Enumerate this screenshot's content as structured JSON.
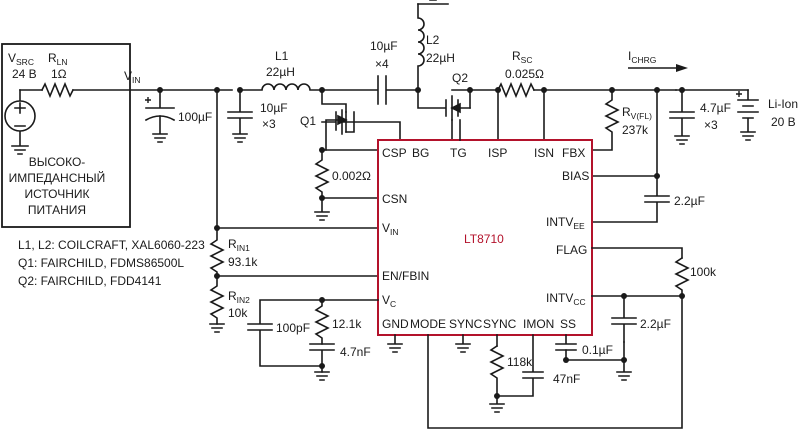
{
  "colors": {
    "ic_outline": "#b3122b",
    "ic_label": "#b3122b",
    "wire": "#1a1a1a"
  },
  "source": {
    "vsrc_main": "V",
    "vsrc_sub": "SRC",
    "vsrc_value": "24 В",
    "rln_main": "R",
    "rln_sub": "LN",
    "rln_value": "1Ω",
    "desc_line1": "ВЫСОКО-",
    "desc_line2": "ИМПЕДАНСНЫЙ",
    "desc_line3": "ИСТОЧНИК",
    "desc_line4": "ПИТАНИЯ"
  },
  "vin": {
    "main": "V",
    "sub": "IN",
    "cap": "100µF"
  },
  "input_caps": {
    "value": "10µF",
    "count": "×3"
  },
  "l1": {
    "name": "L1",
    "value": "22µH"
  },
  "coupling_cap": {
    "value": "10µF",
    "count": "×4"
  },
  "l2": {
    "name": "L2",
    "value": "22µH"
  },
  "q1": "Q1",
  "q2": "Q2",
  "rsc": {
    "main": "R",
    "sub": "SC",
    "value": "0.025Ω"
  },
  "ichrg": {
    "main": "I",
    "sub": "CHRG"
  },
  "rv": {
    "main": "R",
    "sub": "V(FL)",
    "value": "237k"
  },
  "out_caps": {
    "value": "4.7µF",
    "count": "×3"
  },
  "battery": {
    "line1": "Li-Ion",
    "line2": "20 В"
  },
  "sense_res": "0.002Ω",
  "notes": [
    "L1, L2: COILCRAFT, XAL6060-223",
    "Q1: FAIRCHILD, FDMS86500L",
    "Q2: FAIRCHILD, FDD4141"
  ],
  "rin1": {
    "main": "R",
    "sub": "IN1",
    "value": "93.1k"
  },
  "rin2": {
    "main": "R",
    "sub": "IN2",
    "value": "10k"
  },
  "comp": {
    "cap1": "100pF",
    "res": "12.1k",
    "cap2": "4.7nF"
  },
  "ic": {
    "name": "LT8710",
    "pins_top": [
      "CSP",
      "BG",
      "TG",
      "ISP",
      "ISN",
      "FBX"
    ],
    "pins_left": [
      "CSN",
      "EN/FBIN"
    ],
    "vin_main": "V",
    "vin_sub": "IN",
    "vc_main": "V",
    "vc_sub": "C",
    "pins_bottom": [
      "GND",
      "MODE",
      "SYNC",
      "SYNC",
      "IMON",
      "SS"
    ],
    "bias": "BIAS",
    "intvee_main": "INTV",
    "intvee_sub": "EE",
    "flag": "FLAG",
    "intvcc_main": "INTV",
    "intvcc_sub": "CC"
  },
  "bias_cap": "2.2µF",
  "flag_res": "100k",
  "intvcc_cap": "2.2µF",
  "ss_cap": "0.1µF",
  "imon": {
    "res": "118k",
    "cap": "47nF"
  }
}
